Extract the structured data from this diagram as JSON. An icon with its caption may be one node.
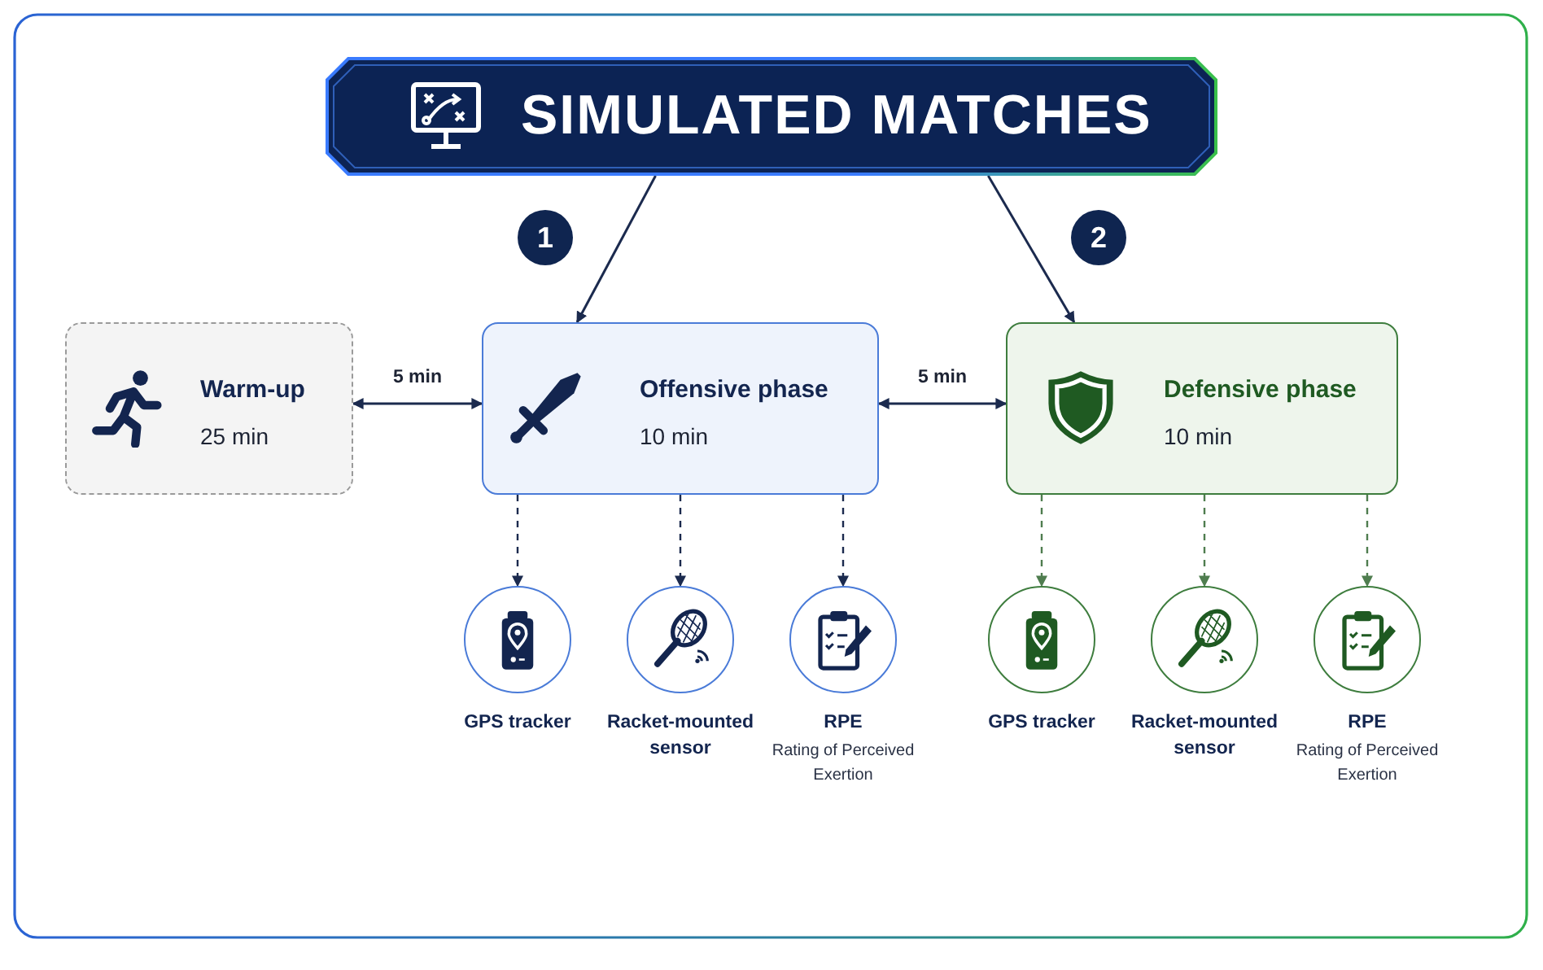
{
  "diagram": {
    "nodes": [
      {
        "text": [
          "SIMULATED MATCHES"
        ]
      },
      {
        "text": [
          "Warm-up",
          "25 min"
        ]
      },
      {
        "text": [
          "Offensive phase",
          "10 min"
        ]
      },
      {
        "text": [
          "Defensive phase",
          "10 min"
        ]
      },
      {
        "text": [
          "GPS tracker"
        ]
      },
      {
        "text": [
          "Racket-mounted sensor"
        ]
      },
      {
        "text": [
          "RPE",
          "Rating of Perceived Exertion"
        ]
      },
      {
        "text": [
          "GPS tracker"
        ]
      },
      {
        "text": [
          "Racket-mounted sensor"
        ]
      },
      {
        "text": [
          "RPE",
          "Rating of Perceived Exertion"
        ]
      }
    ],
    "edges": [
      {
        "from": 0,
        "to": 2,
        "arrow": "to"
      },
      {
        "from": 0,
        "to": 3,
        "arrow": "to"
      },
      {
        "from": 1,
        "to": 2,
        "arrow": "both",
        "label": "5 min"
      },
      {
        "from": 2,
        "to": 3,
        "arrow": "both",
        "label": "5 min"
      },
      {
        "from": 2,
        "to": 4,
        "arrow": "to",
        "style": "dashed"
      },
      {
        "from": 2,
        "to": 5,
        "arrow": "to",
        "style": "dashed"
      },
      {
        "from": 2,
        "to": 6,
        "arrow": "to",
        "style": "dashed"
      },
      {
        "from": 3,
        "to": 7,
        "arrow": "to",
        "style": "dashed",
        "color": "#4f7d4f"
      },
      {
        "from": 3,
        "to": 8,
        "arrow": "to",
        "style": "dashed",
        "color": "#4f7d4f"
      },
      {
        "from": 3,
        "to": 9,
        "arrow": "to",
        "style": "dashed",
        "color": "#4f7d4f"
      }
    ],
    "labels": [
      "1",
      "2"
    ]
  }
}
